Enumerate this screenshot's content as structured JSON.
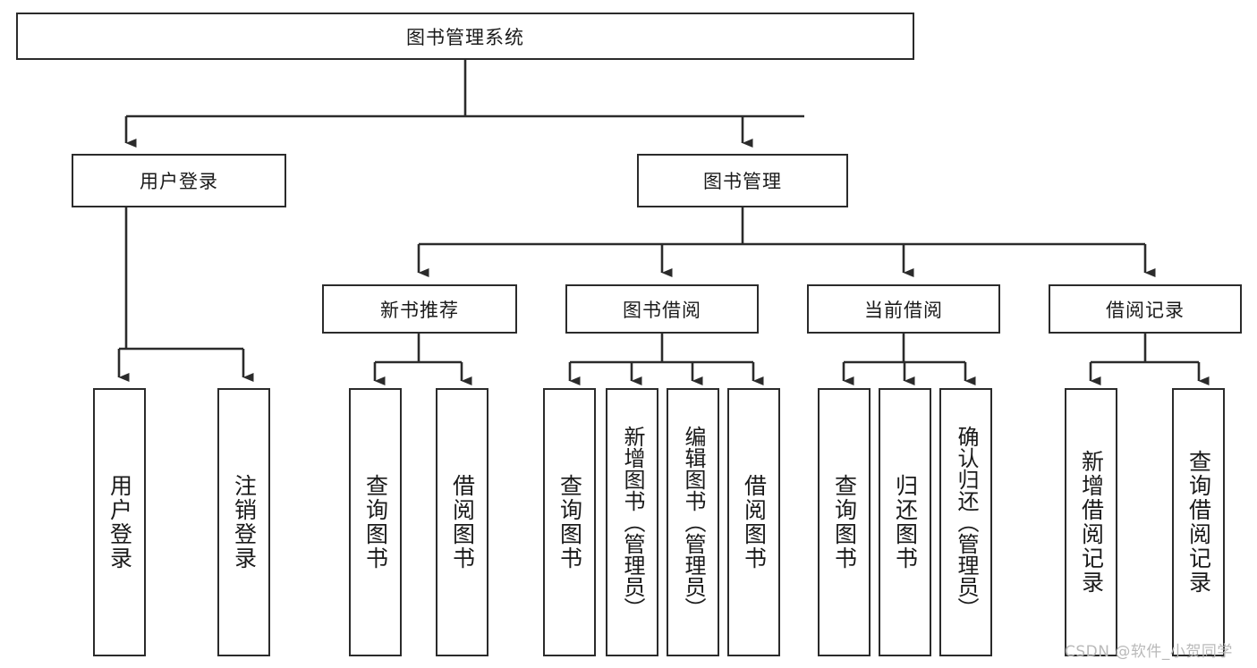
{
  "diagram": {
    "type": "tree-hierarchy-chart",
    "title": "图书管理系统",
    "colors": {
      "box_border": "#2b2b2b",
      "box_fill": "#ffffff",
      "connector": "#2b2b2b",
      "text": "#1a1a1a",
      "watermark": "#b9b9b9",
      "background": "#ffffff"
    },
    "root": {
      "label": "图书管理系统"
    },
    "level2": [
      {
        "label": "用户登录"
      },
      {
        "label": "图书管理"
      }
    ],
    "level3": [
      {
        "label": "新书推荐"
      },
      {
        "label": "图书借阅"
      },
      {
        "label": "当前借阅"
      },
      {
        "label": "借阅记录"
      }
    ],
    "leaves": {
      "user_login": [
        {
          "label": "用户登录"
        },
        {
          "label": "注销登录"
        }
      ],
      "new_book_recommend": [
        {
          "label": "查询图书"
        },
        {
          "label": "借阅图书"
        }
      ],
      "book_borrow": [
        {
          "label": "查询图书"
        },
        {
          "label": "新增图书（管理员）"
        },
        {
          "label": "编辑图书（管理员）"
        },
        {
          "label": "借阅图书"
        }
      ],
      "current_borrow": [
        {
          "label": "查询图书"
        },
        {
          "label": "归还图书"
        },
        {
          "label": "确认归还（管理员）"
        }
      ],
      "borrow_record": [
        {
          "label": "新增借阅记录"
        },
        {
          "label": "查询借阅记录"
        }
      ]
    },
    "watermark": "CSDN @软件_小贺同学"
  }
}
